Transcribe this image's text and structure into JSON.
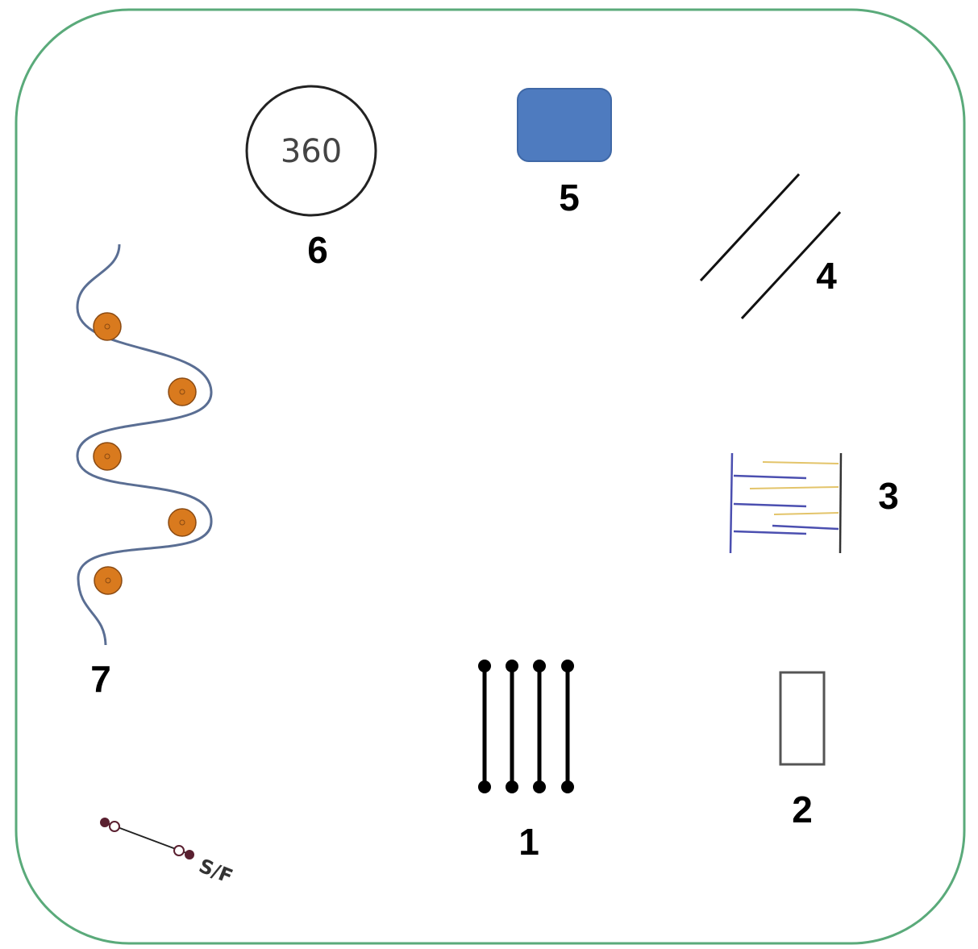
{
  "colors": {
    "border": "#5aaa7a",
    "block": "#4e7bbf",
    "block_edge": "#3f68a6",
    "cone_fill": "#d97a1e",
    "cone_edge": "#8a4a12",
    "weave_line": "#5a6e93",
    "ladder_blue": "#4b4fb0",
    "ladder_yellow": "#e3c46a",
    "sf_dot": "#5a2030"
  },
  "stations": {
    "s1": {
      "label": "1",
      "icon": "ladder-poles-icon"
    },
    "s2": {
      "label": "2",
      "icon": "rectangle-marker-icon"
    },
    "s3": {
      "label": "3",
      "icon": "speed-ladder-icon"
    },
    "s4": {
      "label": "4",
      "icon": "diagonal-lines-icon"
    },
    "s5": {
      "label": "5",
      "icon": "blue-block-icon"
    },
    "s6": {
      "label": "6",
      "icon": "spin-circle-icon",
      "inner_text": "360"
    },
    "s7": {
      "label": "7",
      "icon": "cone-weave-icon"
    }
  },
  "start_finish": {
    "label": "S/F",
    "icon": "start-finish-gate-icon"
  }
}
